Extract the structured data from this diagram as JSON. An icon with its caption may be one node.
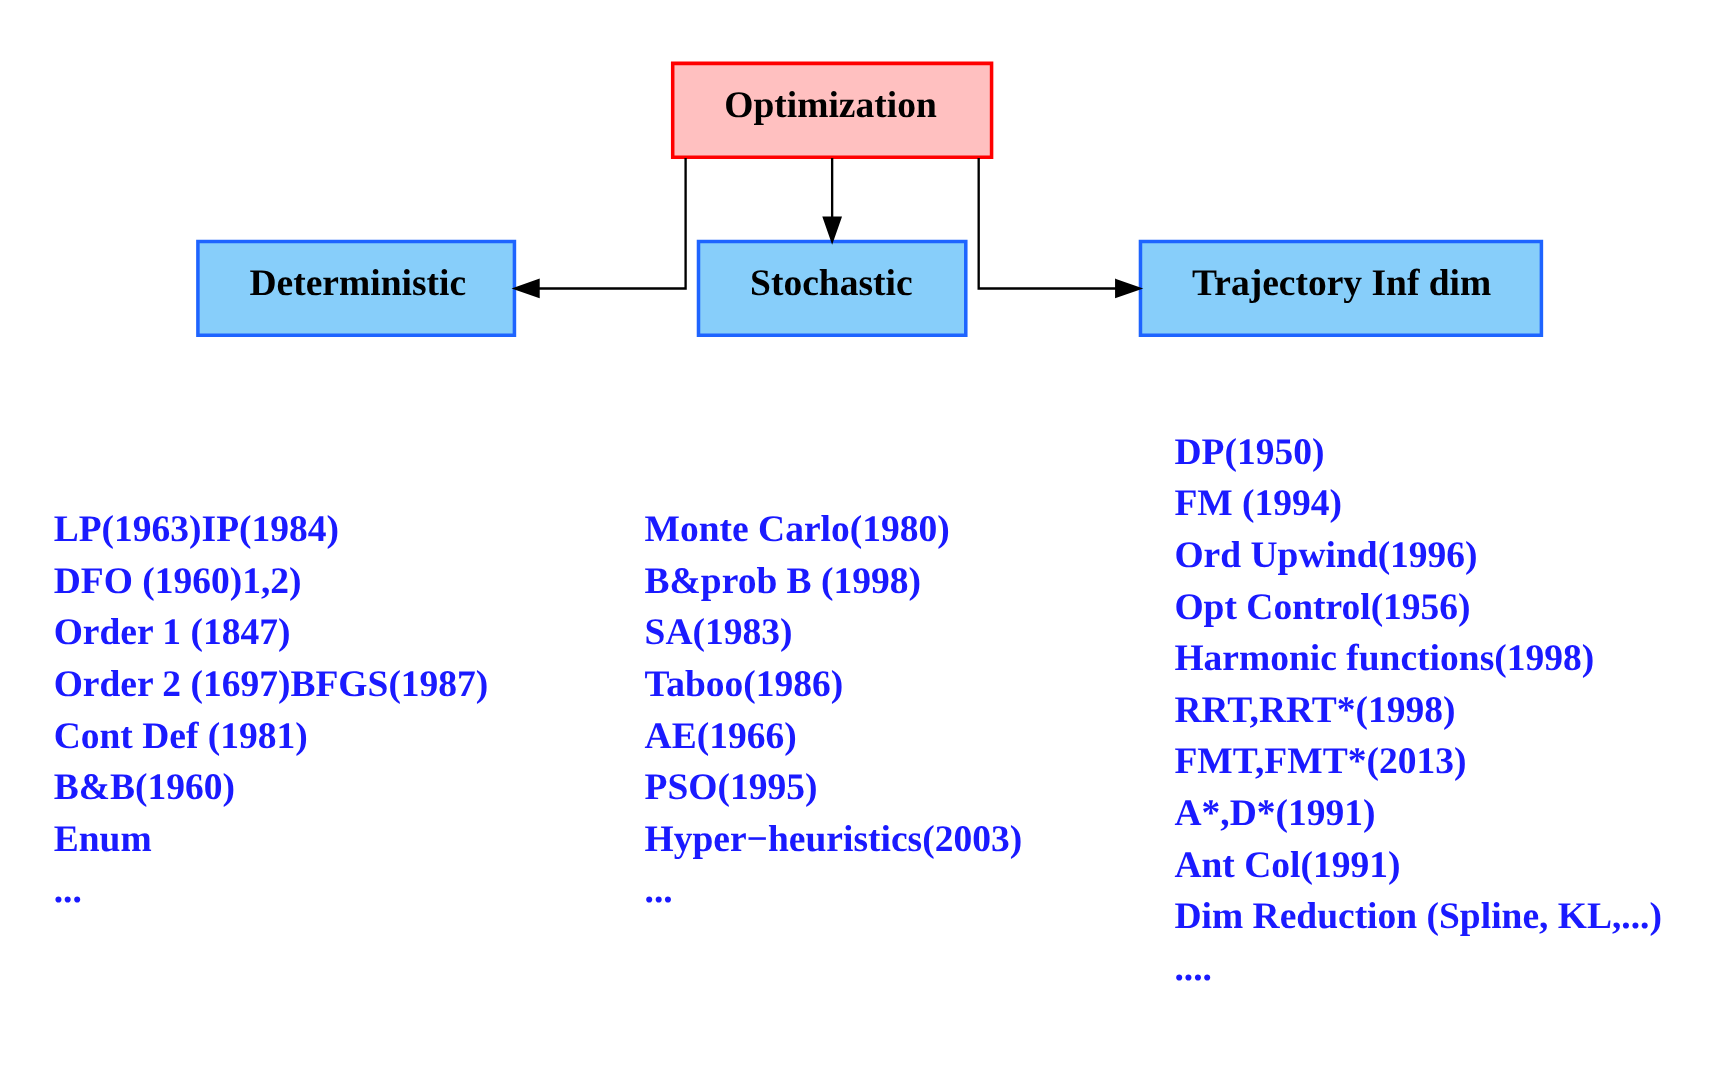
{
  "diagram": {
    "nodes": [
      {
        "text": [
          "Optimization"
        ]
      },
      {
        "text": [
          "Deterministic"
        ],
        "beside": [
          "LP(1963)IP(1984)",
          "DFO (1960)1,2)",
          "Order 1 (1847)",
          "Order 2 (1697)BFGS(1987)",
          "Cont Def (1981)",
          "B&B(1960)",
          "Enum",
          "..."
        ]
      },
      {
        "text": [
          "Stochastic"
        ],
        "beside": [
          "Monte Carlo(1980)",
          "B&prob B (1998)",
          "SA(1983)",
          "Taboo(1986)",
          "AE(1966)",
          "PSO(1995)",
          "Hyper−heuristics(2003)",
          "..."
        ]
      },
      {
        "text": [
          "Trajectory Inf dim"
        ],
        "beside": [
          "DP(1950)",
          "FM (1994)",
          "Ord Upwind(1996)",
          "Opt Control(1956)",
          "Harmonic functions(1998)",
          "RRT,RRT*(1998)",
          "FMT,FMT*(2013)",
          "A*,D*(1991)",
          "Ant Col(1991)",
          "Dim Reduction (Spline, KL,...)",
          "...."
        ]
      }
    ],
    "edges": [
      {
        "from": 0,
        "to": 1,
        "arrow": "to"
      },
      {
        "from": 0,
        "to": 2,
        "arrow": "to"
      },
      {
        "from": 0,
        "to": 3,
        "arrow": "to"
      }
    ]
  }
}
